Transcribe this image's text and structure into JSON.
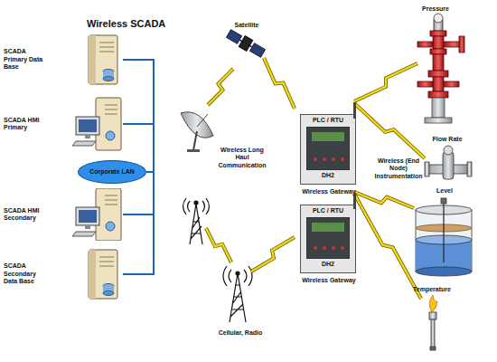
{
  "diagram": {
    "title": "Wireless SCADA",
    "nodes": [
      {
        "text": [
          "SCADA Primary Data Base"
        ]
      },
      {
        "text": [
          "SCADA HMI Primary"
        ]
      },
      {
        "text": [
          "Corporate LAN"
        ]
      },
      {
        "text": [
          "SCADA HMI Secondary"
        ]
      },
      {
        "text": [
          "SCADA Secondary Data Base"
        ]
      },
      {
        "text": [
          "PLC / RTU",
          "DH2",
          "Wireless Gateway"
        ]
      },
      {
        "text": [
          "PLC / RTU",
          "DH2",
          "Wireless Gateway"
        ]
      }
    ],
    "edges": [
      {
        "from": 0,
        "to": 2,
        "arrow": "none"
      },
      {
        "from": 1,
        "to": 2,
        "arrow": "none"
      },
      {
        "from": 3,
        "to": 2,
        "arrow": "none"
      },
      {
        "from": 4,
        "to": 2,
        "arrow": "none"
      }
    ],
    "labels": [
      "Satellite",
      "Wireless Long Haul Communication",
      "Cellular, Radio",
      "Wireless (End Node) Instrumentation",
      "Pressure",
      "Flow Rate",
      "Level",
      "Temperature"
    ]
  }
}
